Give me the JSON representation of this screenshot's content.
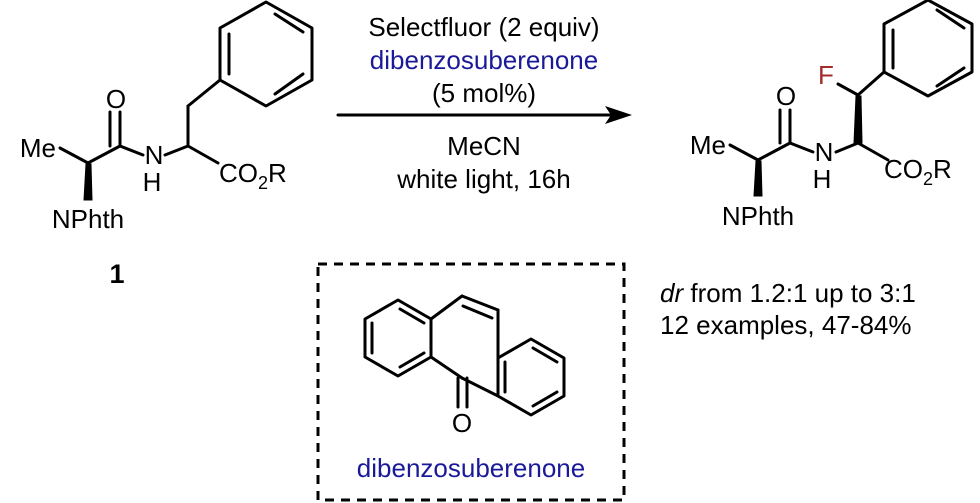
{
  "reagents": {
    "line1": "Selectfluor (2 equiv)",
    "line2": "dibenzosuberenone",
    "line3": "(5 mol%)",
    "line4": "MeCN",
    "line5": "white light, 16h"
  },
  "starting_material": {
    "me": "Me",
    "o": "O",
    "n": "N",
    "h": "H",
    "nphth": "NPhth",
    "co2r_prefix": "CO",
    "co2r_sub": "2",
    "co2r_suffix": "R",
    "compound_number": "1"
  },
  "product": {
    "f": "F",
    "me": "Me",
    "o": "O",
    "n": "N",
    "h": "H",
    "nphth": "NPhth",
    "co2r_prefix": "CO",
    "co2r_sub": "2",
    "co2r_suffix": "R"
  },
  "results": {
    "dr_italic": "dr",
    "dr_rest": " from 1.2:1 up to 3:1",
    "examples": "12 examples, 47-84%"
  },
  "catalyst": {
    "o": "O",
    "name": "dibenzosuberenone"
  },
  "colors": {
    "catalyst_blue": "#1a1a99",
    "fluorine_red": "#a52a2a",
    "ink": "#000000"
  }
}
